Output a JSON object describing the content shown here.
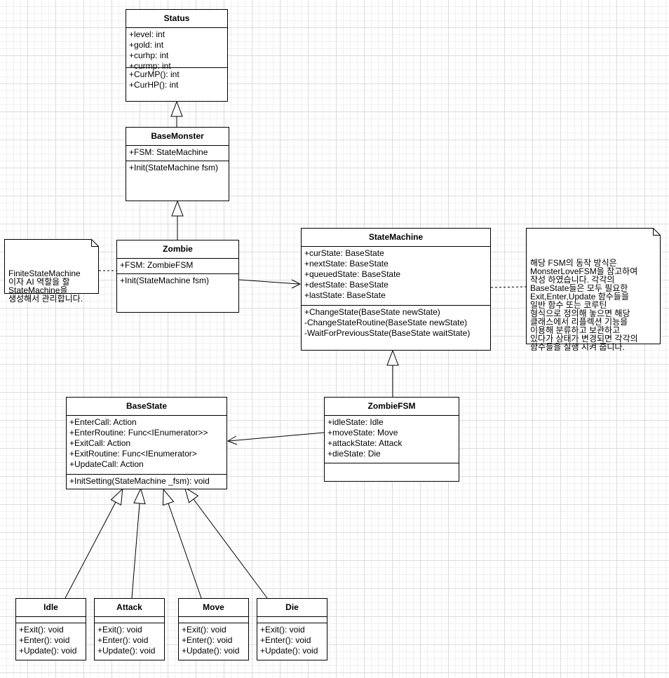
{
  "classes": {
    "status": {
      "name": "Status",
      "attributes": [
        "+level: int",
        "+gold: int",
        "+curhp: int",
        "+curmp: int"
      ],
      "methods": [
        "+CurMP(): int",
        "+CurHP(): int"
      ]
    },
    "base_monster": {
      "name": "BaseMonster",
      "attributes": [
        "+FSM: StateMachine"
      ],
      "methods": [
        "+Init(StateMachine fsm)"
      ]
    },
    "zombie": {
      "name": "Zombie",
      "attributes": [
        "+FSM: ZombieFSM"
      ],
      "methods": [
        "+Init(StateMachine fsm)"
      ]
    },
    "state_machine": {
      "name": "StateMachine",
      "attributes": [
        "+curState: BaseState",
        "+nextState: BaseState",
        "+queuedState: BaseState",
        "+destState: BaseState",
        "+lastState: BaseState"
      ],
      "methods": [
        "+ChangeState(BaseState newState)",
        "-ChangeStateRoutine(BaseState newState)",
        "-WaitForPreviousState(BaseState waitState)"
      ]
    },
    "zombie_fsm": {
      "name": "ZombieFSM",
      "attributes": [
        "+idleState: Idle",
        "+moveState: Move",
        "+attackState: Attack",
        "+dieState: Die"
      ],
      "methods": []
    },
    "base_state": {
      "name": "BaseState",
      "attributes": [
        "+EnterCall: Action",
        "+EnterRoutine: Func<IEnumerator>>",
        "+ExitCall: Action",
        "+ExitRoutine: Func<IEnumerator>",
        "+UpdateCall: Action"
      ],
      "methods": [
        "+InitSetting(StateMachine _fsm): void"
      ]
    },
    "idle": {
      "name": "Idle",
      "attributes": [],
      "methods": [
        "+Exit(): void",
        "+Enter(): void",
        "+Update(): void"
      ]
    },
    "attack": {
      "name": "Attack",
      "attributes": [],
      "methods": [
        "+Exit(): void",
        "+Enter(): void",
        "+Update(): void"
      ]
    },
    "move": {
      "name": "Move",
      "attributes": [],
      "methods": [
        "+Exit(): void",
        "+Enter(): void",
        "+Update(): void"
      ]
    },
    "die": {
      "name": "Die",
      "attributes": [],
      "methods": [
        "+Exit(): void",
        "+Enter(): void",
        "+Update(): void"
      ]
    }
  },
  "notes": {
    "zombie_note": "FiniteStateMachine\n이자 AI 역할을 할\nStateMachine을\n생성해서 관리합니다.",
    "fsm_note": "해당 FSM의 동작 방식은\nMonsterLoveFSM을 참고하여\n작성 하였습니다. 각각의\nBaseState들은 모두 필요한\nExit,Enter,Update 함수들을\n일반 함수 또는 코루틴\n형식으로 정의해 놓으면 해당\n클래스에서 리플렉션 기능을\n이용해 분류하고 보관하고\n있다가 상태가 변경되면 각각의\n함수들을 실행 시켜 줍니다."
  },
  "colors": {
    "line": "#000000",
    "grid": "#dcdcdc",
    "fill": "#ffffff"
  }
}
